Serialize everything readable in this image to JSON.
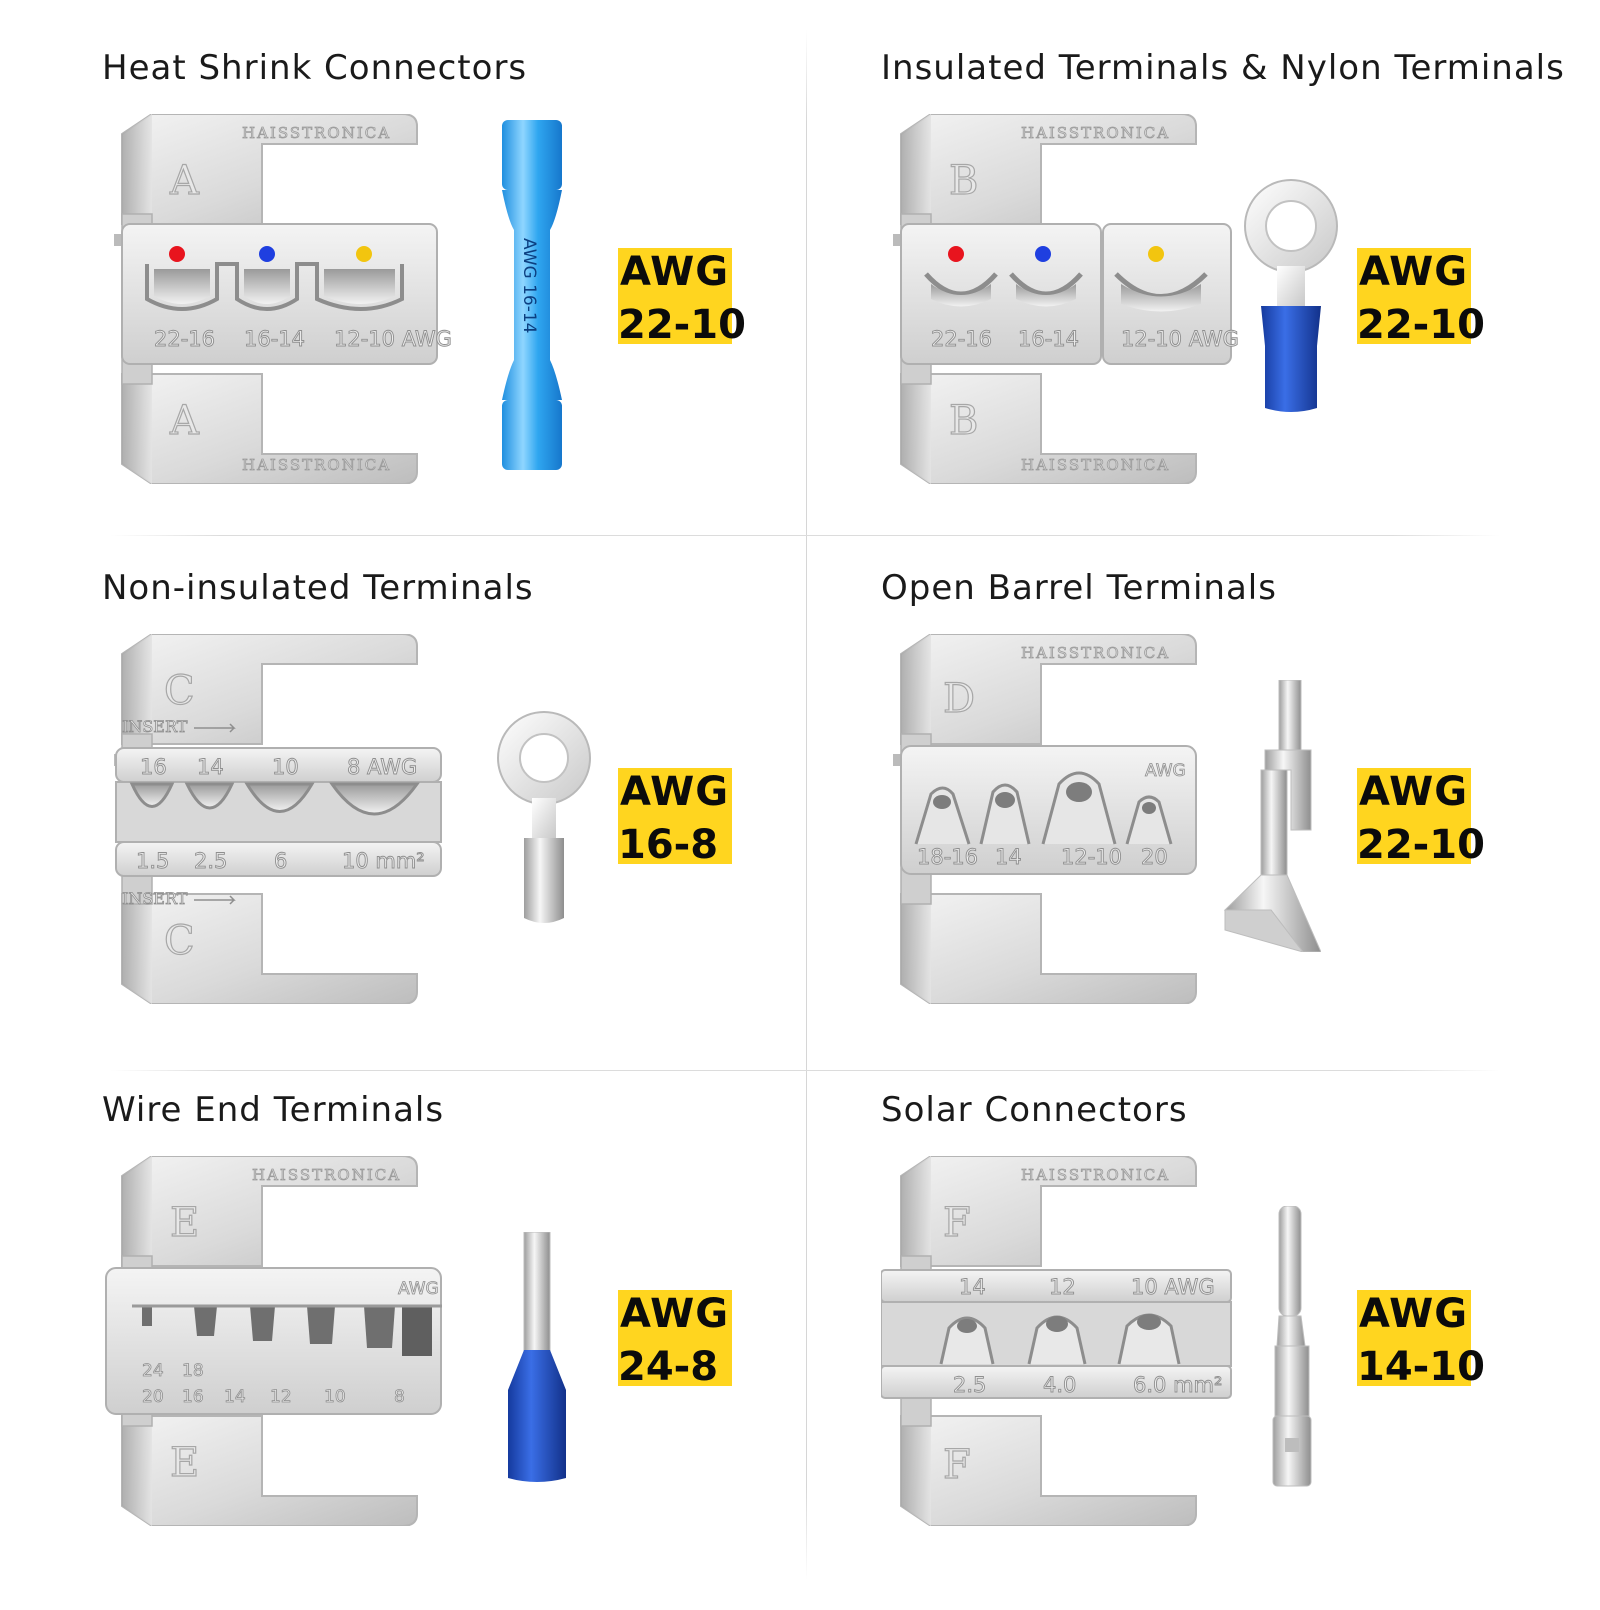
{
  "brand": "HAISSTRONICA",
  "panels": [
    {
      "title": "Heat Shrink Connectors",
      "die_letter": "A",
      "gauges": [
        "22-16",
        "16-14",
        "12-10 AWG"
      ],
      "dot_colors": [
        "#e8141e",
        "#1f3fe0",
        "#f2c50f"
      ],
      "connector_icon": "heat-shrink-butt-connector",
      "connector_text": "AWG 16-14",
      "awg_label": "AWG",
      "awg_range": "22-10"
    },
    {
      "title": "Insulated Terminals & Nylon Terminals",
      "die_letter": "B",
      "gauges": [
        "22-16",
        "16-14",
        "12-10 AWG"
      ],
      "dot_colors": [
        "#e8141e",
        "#1f3fe0",
        "#f2c50f"
      ],
      "connector_icon": "insulated-ring-terminal",
      "awg_label": "AWG",
      "awg_range": "22-10"
    },
    {
      "title": "Non-insulated Terminals",
      "die_letter": "C",
      "insert_label": "INSERT",
      "gauges": [
        "16",
        "14",
        "10",
        "8 AWG"
      ],
      "metric": [
        "1.5",
        "2.5",
        "6",
        "10 mm²"
      ],
      "connector_icon": "non-insulated-ring-terminal",
      "awg_label": "AWG",
      "awg_range": "16-8"
    },
    {
      "title": "Open Barrel Terminals",
      "die_letter": "D",
      "unit": "AWG",
      "gauges": [
        "18-16",
        "14",
        "12-10",
        "20"
      ],
      "connector_icon": "open-barrel-terminal",
      "awg_label": "AWG",
      "awg_range": "22-10"
    },
    {
      "title": "Wire End Terminals",
      "die_letter": "E",
      "unit": "AWG",
      "gauges_top": [
        "24",
        "18"
      ],
      "gauges": [
        "20",
        "16",
        "14",
        "12",
        "10",
        "8"
      ],
      "connector_icon": "wire-ferrule",
      "awg_label": "AWG",
      "awg_range": "24-8"
    },
    {
      "title": "Solar Connectors",
      "die_letter": "F",
      "gauges": [
        "14",
        "12",
        "10 AWG"
      ],
      "metric": [
        "2.5",
        "4.0",
        "6.0 mm²"
      ],
      "connector_icon": "solar-pin-contact",
      "awg_label": "AWG",
      "awg_range": "14-10"
    }
  ],
  "colors": {
    "badge": "#ffd51f",
    "steel": "#d9d9d9",
    "heat_shrink": "#29a8ef",
    "insulator_blue": "#1b49c4"
  }
}
